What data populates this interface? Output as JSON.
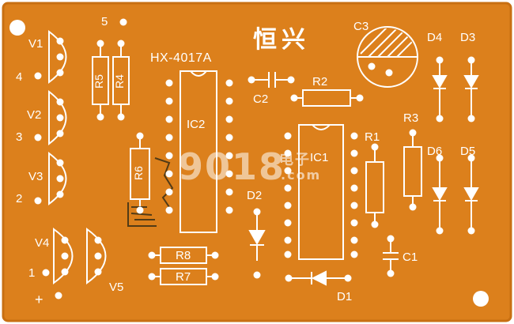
{
  "board": {
    "title": "HX-4017A",
    "brand_cjk": "恒兴",
    "colors": {
      "substrate": "#dc801c",
      "substrate_edge": "#c86f12",
      "silkscreen": "#ffffff",
      "hole": "#ffffff",
      "ink_mark": "#3a2f16",
      "watermark_accent": "#d9531c"
    }
  },
  "labels": {
    "v1": "V1",
    "v2": "V2",
    "v3": "V3",
    "v4": "V4",
    "v5": "V5",
    "n5": "5",
    "n4": "4",
    "n3": "3",
    "n2": "2",
    "n1": "1",
    "plus": "+",
    "r1": "R1",
    "r2": "R2",
    "r3": "R3",
    "r4": "R4",
    "r5": "R5",
    "r6": "R6",
    "r7": "R7",
    "r8": "R8",
    "ic1": "IC1",
    "ic2": "IC2",
    "c1": "C1",
    "c2": "C2",
    "c3": "C3",
    "d1": "D1",
    "d2": "D2",
    "d3": "D3",
    "d4": "D4",
    "d5": "D5",
    "d6": "D6"
  },
  "watermark": {
    "main": "9018",
    "sub_cjk": "电子",
    "sub_latin": ".com"
  }
}
